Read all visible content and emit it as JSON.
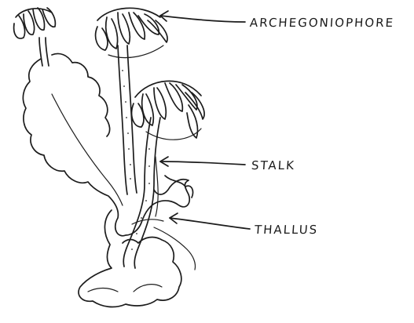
{
  "diagram": {
    "labels": {
      "archegoniophore": "ARCHEGONIOPHORE",
      "stalk": "STALK",
      "thallus": "THALLUS"
    },
    "ink_color": "#1c1c1c",
    "background": "#ffffff"
  }
}
